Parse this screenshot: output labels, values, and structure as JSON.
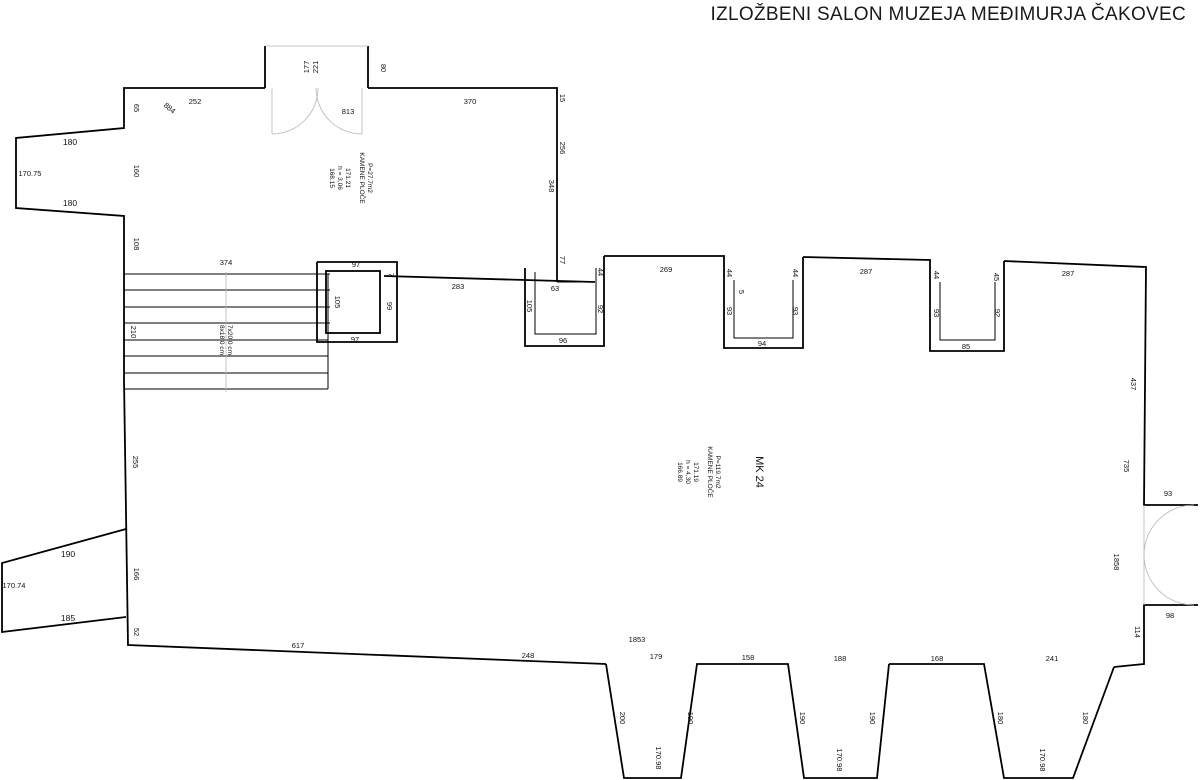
{
  "title": "IZLOŽBENI SALON MUZEJA MEĐIMURJA ČAKOVEC",
  "room_small": {
    "lines": [
      "P=27.7m2",
      "KAMENE PLOČE",
      "171.21",
      "h = 3,06",
      "168.15"
    ]
  },
  "room_main": {
    "lines": [
      "P=119.7m2",
      "KAMENE PLOČE",
      "171.19",
      "h = 4,30",
      "166.89"
    ],
    "tag": "MK 24"
  },
  "stair": {
    "lines": [
      "7x20,0 cm",
      "8x18,0 cm"
    ]
  },
  "dimensions": {
    "d_177": "177",
    "d_221": "221",
    "d_80": "80",
    "d_65": "65",
    "d_884": "884",
    "d_252": "252",
    "d_813": "813",
    "d_370": "370",
    "d_15": "15",
    "d_256": "256",
    "d_348": "348",
    "d_180a": "180",
    "d_17075": "170.75",
    "d_180b": "180",
    "d_160": "160",
    "d_108": "108",
    "d_374": "374",
    "d_97a": "97",
    "d_7": "7",
    "d_105a": "105",
    "d_99": "99",
    "d_97b": "97",
    "d_77": "77",
    "d_283": "283",
    "d_210": "210",
    "d_105b": "105",
    "d_63": "63",
    "d_44a": "44",
    "d_92a": "92",
    "d_96": "96",
    "d_269": "269",
    "d_44b": "44",
    "d_5": "5",
    "d_44c": "44",
    "d_93a": "93",
    "d_93b": "93",
    "d_94": "94",
    "d_287a": "287",
    "d_44d": "44",
    "d_45": "45",
    "d_93c": "93",
    "d_92b": "92",
    "d_85": "85",
    "d_287b": "287",
    "d_437": "437",
    "d_735": "735",
    "d_93d": "93",
    "d_1858": "1858",
    "d_255": "255",
    "d_190a": "190",
    "d_17074": "170.74",
    "d_185": "185",
    "d_166": "166",
    "d_52": "52",
    "d_98": "98",
    "d_114": "114",
    "d_617": "617",
    "d_1853": "1853",
    "d_248": "248",
    "d_179": "179",
    "d_158": "158",
    "d_188": "188",
    "d_168": "168",
    "d_241": "241",
    "d_200": "200",
    "d_190b": "190",
    "d_17098a": "170.98",
    "d_190c": "190",
    "d_190d": "190",
    "d_17098b": "170.98",
    "d_180c": "180",
    "d_180d": "180",
    "d_17098c": "170.98"
  }
}
